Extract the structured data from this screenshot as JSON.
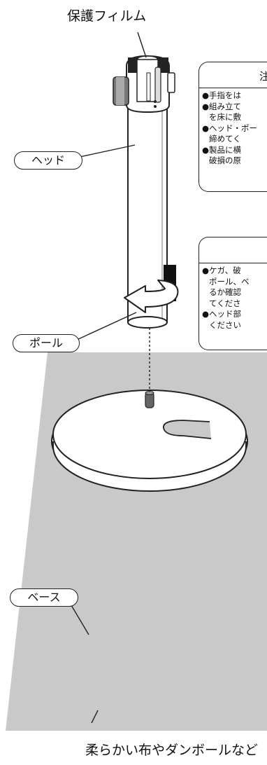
{
  "labels": {
    "protective_film": "保護フィルム",
    "head": "ヘッド",
    "pole": "ポール",
    "base": "ベース",
    "soft_cloth": "柔らかい布やダンボールなど"
  },
  "caution_box_1": {
    "title": "注",
    "lines": [
      "●手指をは",
      "●組み立て",
      "を床に敷",
      "●ヘッド・ポー",
      "締めてく",
      "●製品に横",
      "破損の原"
    ]
  },
  "caution_box_2": {
    "title": "",
    "lines": [
      "●ケガ、破",
      "ポール、ベ",
      "るか確認",
      "てくださ",
      "●ヘッド部",
      "ください"
    ]
  },
  "colors": {
    "line": "#222222",
    "floor": "#c9c9c9",
    "pole_fill": "#ffffff"
  }
}
